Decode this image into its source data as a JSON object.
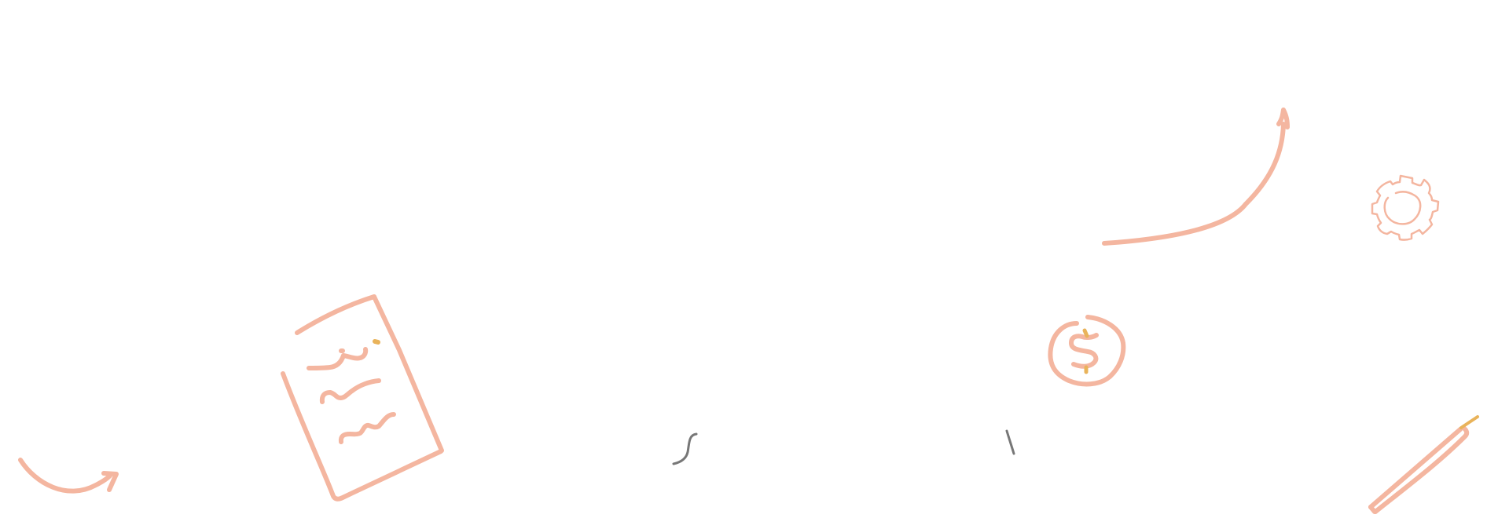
{
  "scene": {
    "background": "#ffffff",
    "colors": {
      "primary_doodle": "#f4b6a0",
      "accent_doodle": "#e9b35a",
      "ink_mark": "#777777"
    },
    "doodles": [
      {
        "name": "curved-arrow-icon-left"
      },
      {
        "name": "document-icon"
      },
      {
        "name": "squiggle-mark-1"
      },
      {
        "name": "squiggle-mark-2"
      },
      {
        "name": "sweeping-arrow-icon"
      },
      {
        "name": "gear-icon"
      },
      {
        "name": "dollar-coin-icon"
      },
      {
        "name": "pencil-icon"
      }
    ]
  }
}
